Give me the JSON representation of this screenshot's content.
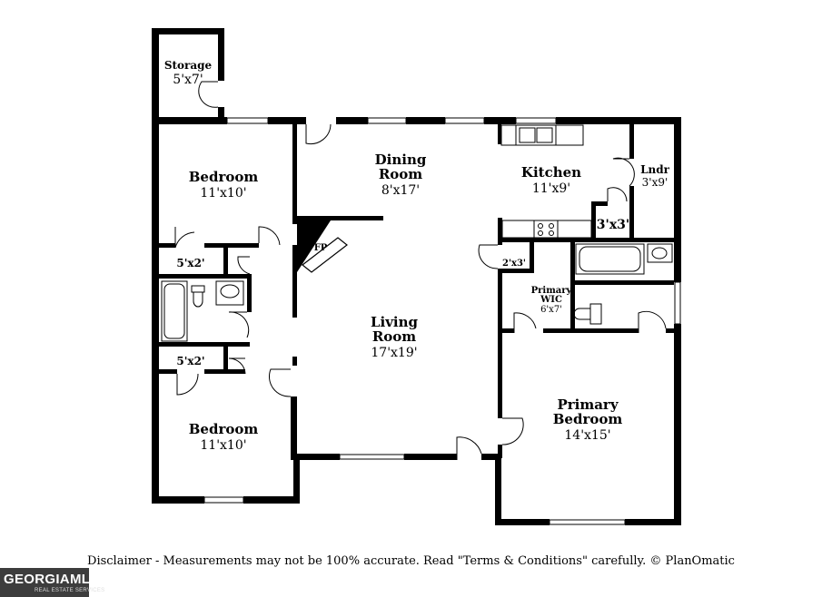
{
  "rooms": {
    "storage": {
      "name": "Storage",
      "dim": "5'x7'"
    },
    "bedroom1": {
      "name": "Bedroom",
      "dim": "11'x10'"
    },
    "closet1": {
      "dim": "5'x2'"
    },
    "dining": {
      "name1": "Dining",
      "name2": "Room",
      "dim": "8'x17'"
    },
    "kitchen": {
      "name": "Kitchen",
      "dim": "11'x9'"
    },
    "laundry": {
      "name": "Lndr",
      "dim": "3'x9'"
    },
    "pantry": {
      "dim": "3'x3'"
    },
    "fireplace": {
      "name": "FP"
    },
    "hall_closet": {
      "dim": "2'x3'"
    },
    "primary_wic": {
      "name1": "Primary",
      "name2": "WIC",
      "dim": "6'x7'"
    },
    "living": {
      "name1": "Living",
      "name2": "Room",
      "dim": "17'x19'"
    },
    "closet2": {
      "dim": "5'x2'"
    },
    "bedroom2": {
      "name": "Bedroom",
      "dim": "11'x10'"
    },
    "primary_bedroom": {
      "name1": "Primary",
      "name2": "Bedroom",
      "dim": "14'x15'"
    }
  },
  "disclaimer": "Disclaimer - Measurements may not be 100% accurate. Read \"Terms & Conditions\" carefully. © PlanOmatic",
  "logo": {
    "main": "GEORGIAMLS",
    "sub": "REAL ESTATE SERVICES"
  },
  "colors": {
    "wall": "#000000",
    "background": "#ffffff",
    "logo_bg": "#3d3d3d"
  }
}
